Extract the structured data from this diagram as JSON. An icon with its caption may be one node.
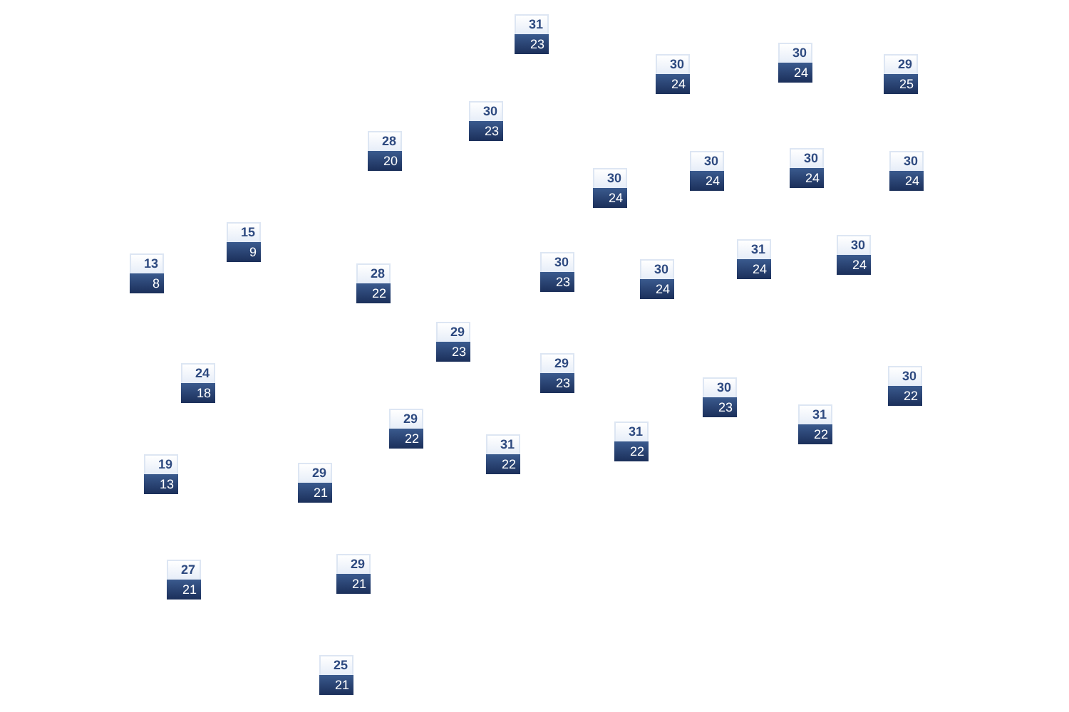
{
  "diagram": {
    "nodes": [
      {
        "text": [
          "31",
          "23"
        ]
      },
      {
        "text": [
          "30",
          "24"
        ]
      },
      {
        "text": [
          "30",
          "24"
        ]
      },
      {
        "text": [
          "29",
          "25"
        ]
      },
      {
        "text": [
          "30",
          "23"
        ]
      },
      {
        "text": [
          "28",
          "20"
        ]
      },
      {
        "text": [
          "30",
          "24"
        ]
      },
      {
        "text": [
          "30",
          "24"
        ]
      },
      {
        "text": [
          "30",
          "24"
        ]
      },
      {
        "text": [
          "30",
          "24"
        ]
      },
      {
        "text": [
          "15",
          "9"
        ]
      },
      {
        "text": [
          "30",
          "24"
        ]
      },
      {
        "text": [
          "31",
          "24"
        ]
      },
      {
        "text": [
          "13",
          "8"
        ]
      },
      {
        "text": [
          "30",
          "23"
        ]
      },
      {
        "text": [
          "28",
          "22"
        ]
      },
      {
        "text": [
          "30",
          "24"
        ]
      },
      {
        "text": [
          "29",
          "23"
        ]
      },
      {
        "text": [
          "29",
          "23"
        ]
      },
      {
        "text": [
          "24",
          "18"
        ]
      },
      {
        "text": [
          "30",
          "22"
        ]
      },
      {
        "text": [
          "30",
          "23"
        ]
      },
      {
        "text": [
          "31",
          "22"
        ]
      },
      {
        "text": [
          "29",
          "22"
        ]
      },
      {
        "text": [
          "31",
          "22"
        ]
      },
      {
        "text": [
          "31",
          "22"
        ]
      },
      {
        "text": [
          "19",
          "13"
        ]
      },
      {
        "text": [
          "29",
          "21"
        ]
      },
      {
        "text": [
          "27",
          "21"
        ]
      },
      {
        "text": [
          "29",
          "21"
        ]
      },
      {
        "text": [
          "25",
          "21"
        ]
      }
    ]
  }
}
